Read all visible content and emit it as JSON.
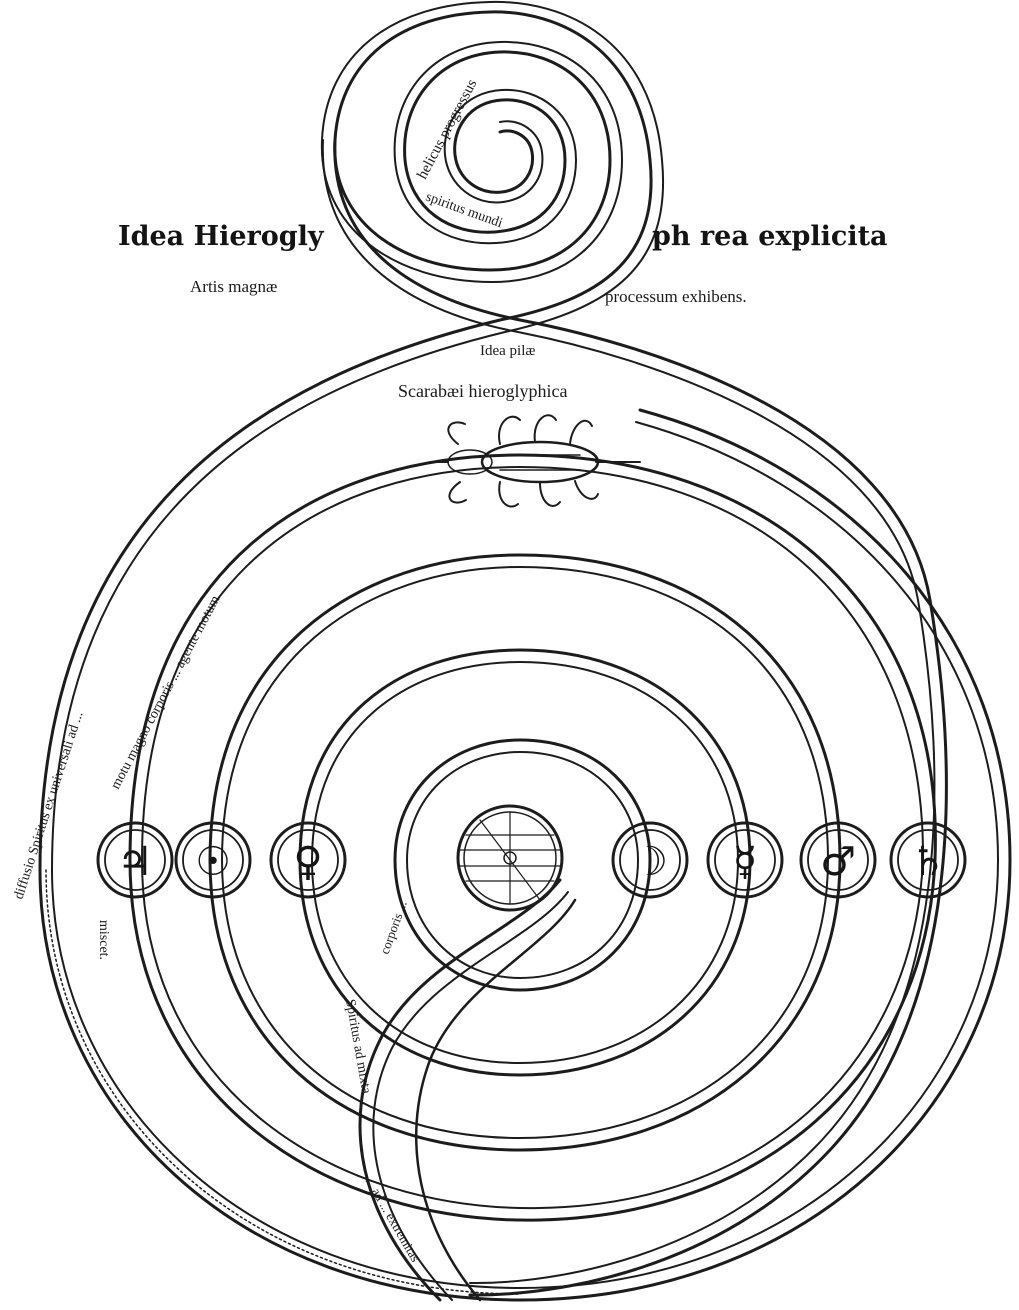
{
  "title": {
    "left": "Idea Hierogly",
    "right": "ph rea explicita"
  },
  "subtitle": {
    "left": "Artis magnæ",
    "right": "processum exhibens."
  },
  "labels": {
    "idea_pilae": "Idea pilæ",
    "scarabaei": "Scarabæi hieroglyphica",
    "helicus": "helicus progressus",
    "spiritus_mundi": "spiritus mundi",
    "diffusio": "diffusio Spiritus ex universali ad ...",
    "motus": "motu magno corporis ... agente motum",
    "miscet": "miscet.",
    "spiritus_ad_mixta": "Spiritus ad mixta",
    "corporis": "corporis ...",
    "dextra_lower": "... ad ... extremitas"
  },
  "planets": [
    {
      "name": "jupiter",
      "symbol": "♃"
    },
    {
      "name": "sun",
      "symbol": "☉"
    },
    {
      "name": "venus",
      "symbol": "♀"
    },
    {
      "name": "moon",
      "symbol": "☽"
    },
    {
      "name": "mercury",
      "symbol": "☿"
    },
    {
      "name": "mars",
      "symbol": "♂"
    },
    {
      "name": "saturn",
      "symbol": "♄"
    }
  ],
  "colors": {
    "ink": "#1c1c1c",
    "paper": "#ffffff"
  }
}
